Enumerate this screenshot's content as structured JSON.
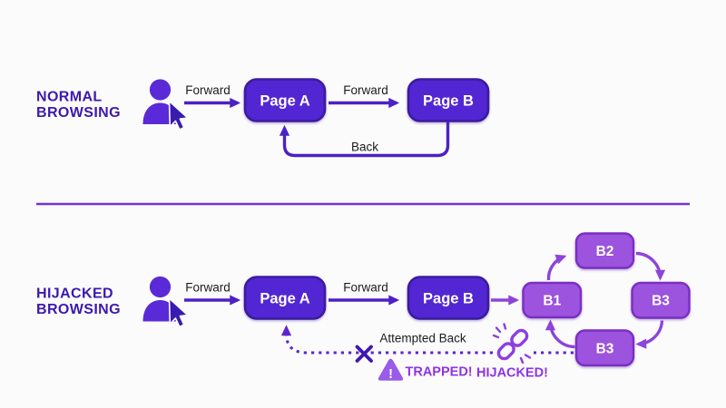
{
  "colors": {
    "background": "#FCFBFB",
    "section_title": "#3C19AD",
    "page_box_fill": "#5226D3",
    "page_box_border": "#3A1B9E",
    "loop_box_fill": "#9C52DE",
    "loop_box_border": "#7B2EC2",
    "box_text": "#FFFFFF",
    "arrow": "#4C21C6",
    "loop_arrow": "#8D44DA",
    "dashed_arrow": "#5E25CC",
    "divider": "#7433D4",
    "label_text": "#1C1C1E",
    "alert_text": "#8E34E4",
    "warning_triangle": "#9A5BE8",
    "person_icon": "#5A2AD8"
  },
  "normal_section": {
    "title_line1": "NORMAL",
    "title_line2": "BROWSING",
    "forward_label_1": "Forward",
    "forward_label_2": "Forward",
    "back_label": "Back",
    "page_a_label": "Page A",
    "page_b_label": "Page B",
    "icons": {
      "user": "person-with-cursor-icon"
    }
  },
  "hijacked_section": {
    "title_line1": "HIJACKED",
    "title_line2": "BROWSING",
    "forward_label_1": "Forward",
    "forward_label_2": "Forward",
    "page_a_label": "Page A",
    "page_b_label": "Page B",
    "attempted_back_label": "Attempted Back",
    "trapped_label": "TRAPPED!",
    "hijacked_label": "HIJACKED!",
    "warning_mark": "!",
    "loop_nodes": [
      "B1",
      "B2",
      "B3",
      "B3"
    ],
    "icons": {
      "user": "person-with-cursor-icon",
      "blocked": "x-mark-icon",
      "warning": "warning-triangle-icon",
      "broken_link": "broken-chain-link-icon"
    }
  }
}
